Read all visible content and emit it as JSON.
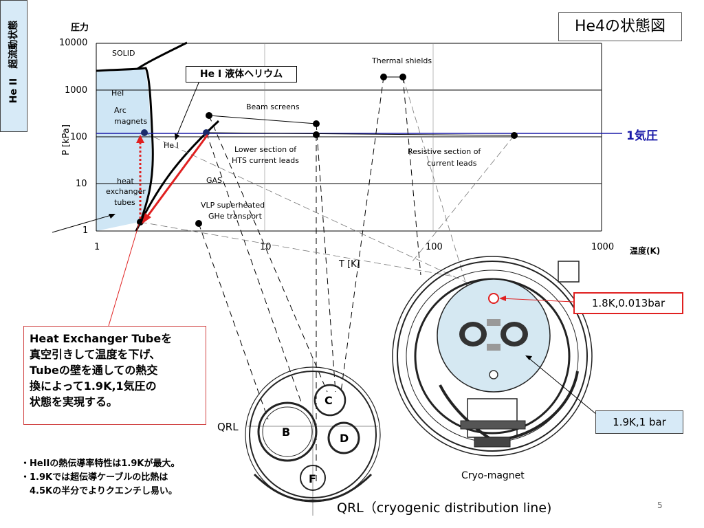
{
  "title": "He4の状態図",
  "chart": {
    "y_axis_top_label": "圧力",
    "y_axis_label": "P [kPa]",
    "x_axis_label": "T [K]",
    "x_axis_right_label": "温度(K)",
    "y_ticks": [
      "10000",
      "1000",
      "100",
      "10",
      "1"
    ],
    "x_ticks": [
      "1",
      "10",
      "100",
      "1000"
    ],
    "phase_labels": {
      "solid": "SOLID",
      "hei": "HeI",
      "hei_1": "He I",
      "gas": "GAS",
      "heat": "heat",
      "exchanger": "exchanger",
      "tubes": "tubes",
      "arc": "Arc",
      "magnets": "magnets"
    },
    "region_labels": {
      "thermal_shields": "Thermal shields",
      "beam_screens": "Beam screens",
      "lower_hts_1": "Lower section of",
      "lower_hts_2": "HTS current leads",
      "resistive_1": "Resistive section of",
      "resistive_2": "current leads",
      "vlp_1": "VLP superheated",
      "vlp_2": "GHe transport"
    },
    "hel_liquid_label": "He I 液体ヘリウム",
    "one_atm_label": "1気圧",
    "colors": {
      "superfluid_region": "#cfe6f5",
      "atm_line": "#1a1aa8",
      "red_arrow": "#e02020"
    }
  },
  "vertical_label": "He II　超流動状態",
  "heat_box_lines": [
    "Heat Exchanger Tubeを",
    "真空引きして温度を下げ、",
    "Tubeの壁を通しての熱交",
    "換によって1.9K,1気圧の",
    "状態を実現する。"
  ],
  "qrl": {
    "label": "QRL",
    "letters": [
      "B",
      "C",
      "D",
      "F"
    ],
    "caption": "QRL（cryogenic distribution line)"
  },
  "cryo": {
    "label": "Cryo-magnet",
    "box_top": "1.8K,0.013bar",
    "box_bottom": "1.9K,1 bar"
  },
  "notes": [
    "・HeIIの熱伝導率特性は1.9Kが最大。",
    "・1.9Kでは超伝導ケーブルの比熱は",
    "　4.5Kの半分でよりクエンチし易い。"
  ],
  "page_number": "5"
}
